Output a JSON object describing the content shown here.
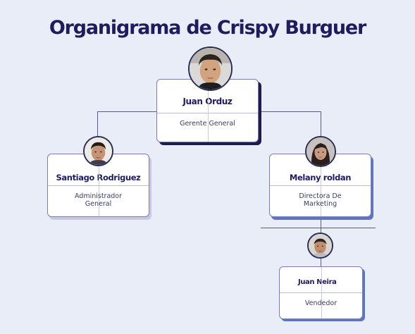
{
  "title": "Organigrama de Crispy Burguer",
  "people": [
    {
      "name": "Juan Orduz",
      "role_lines": [
        "Gerente General"
      ],
      "avatar_icon": "person-photo-icon"
    },
    {
      "name": "Santiago Rodriguez",
      "role_lines": [
        "Administrador",
        "General"
      ],
      "avatar_icon": "person-photo-icon"
    },
    {
      "name": "Melany roldan",
      "role_lines": [
        "Directora De",
        "Marketing"
      ],
      "avatar_icon": "person-photo-icon"
    },
    {
      "name": "Juan Neira",
      "role_lines": [
        "Vendedor"
      ],
      "avatar_icon": "person-photo-icon"
    }
  ],
  "colors": {
    "background": "#e9edf8",
    "title": "#1f1b5c",
    "shadow_dark": "#1d1c4e",
    "shadow_blue": "#5d74c9",
    "shadow_lavender": "#c9c6ea"
  }
}
